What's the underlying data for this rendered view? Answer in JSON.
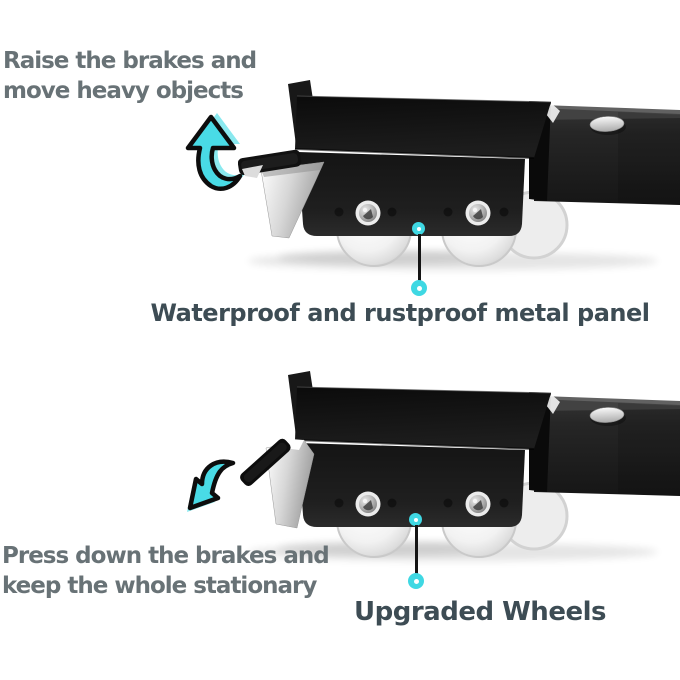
{
  "colors": {
    "background": "#ffffff",
    "accent_cyan": "#3fd8e3",
    "arrow_cyan": "#49dbe6",
    "instruction_text": "#687276",
    "callout_label_text": "#3d4c54",
    "product_black": "#151515"
  },
  "instructions": {
    "raise": {
      "lines": [
        "Raise the brakes and",
        "move heavy objects"
      ]
    },
    "press": {
      "lines": [
        "Press down the brakes and",
        "keep the whole stationary"
      ]
    }
  },
  "callouts": {
    "panel": {
      "label": "Waterproof and rustproof metal panel"
    },
    "wheels": {
      "label": "Upgraded Wheels"
    }
  },
  "icons": {
    "arrow_up": "curved-arrow-up",
    "arrow_down": "curved-arrow-down",
    "callout_dot": "cyan-dot"
  }
}
